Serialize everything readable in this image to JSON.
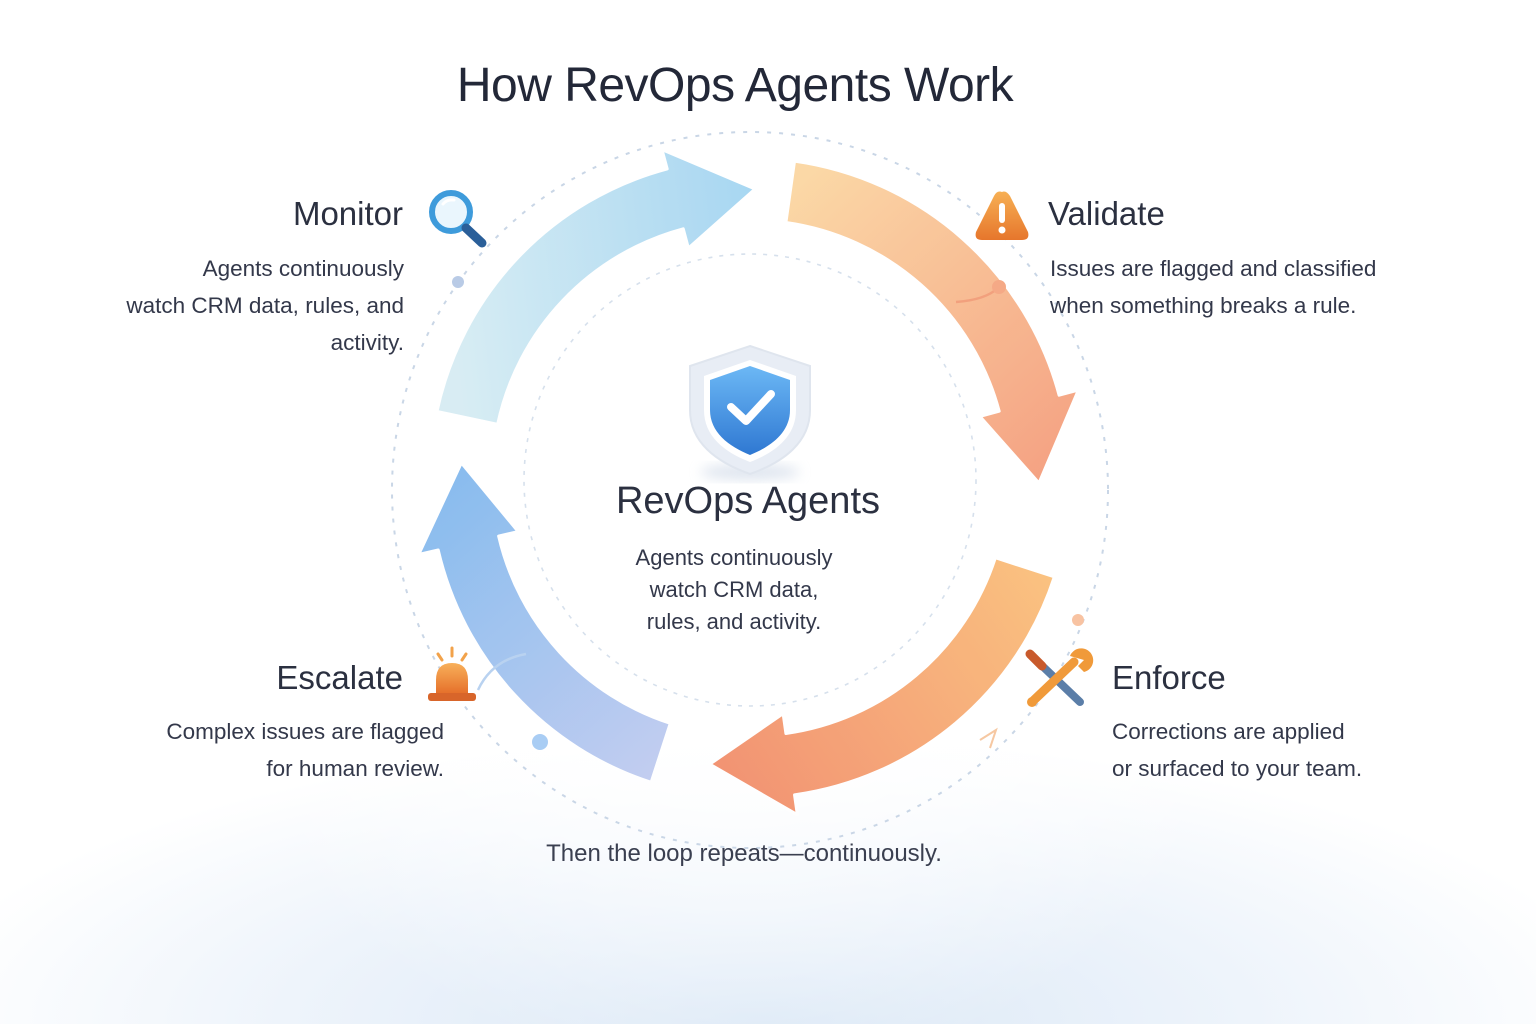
{
  "title": "How RevOps Agents Work",
  "center": {
    "title": "RevOps Agents",
    "description_lines": [
      "Agents continuously",
      "watch CRM data,",
      "rules, and activity."
    ],
    "icon": "shield-check-icon"
  },
  "stages": [
    {
      "id": "monitor",
      "title": "Monitor",
      "description_lines": [
        "Agents continuously",
        "watch CRM data, rules, and",
        "activity."
      ],
      "icon": "magnifier-icon"
    },
    {
      "id": "validate",
      "title": "Validate",
      "description_lines": [
        "Issues are flagged and classified",
        "when something breaks a rule."
      ],
      "icon": "warning-triangle-icon"
    },
    {
      "id": "enforce",
      "title": "Enforce",
      "description_lines": [
        "Corrections are applied",
        "or surfaced to your team."
      ],
      "icon": "wrench-screwdriver-icon"
    },
    {
      "id": "escalate",
      "title": "Escalate",
      "description_lines": [
        "Complex issues are flagged",
        "for human review."
      ],
      "icon": "alarm-bell-icon"
    }
  ],
  "footer": "Then the loop repeats—continuously.",
  "colors": {
    "blue": "#6fb0ea",
    "light_blue": "#bfe1f4",
    "orange": "#f6a26a",
    "peach": "#f9c98f",
    "shield": "#3d8ee0",
    "text": "#2b3040"
  }
}
